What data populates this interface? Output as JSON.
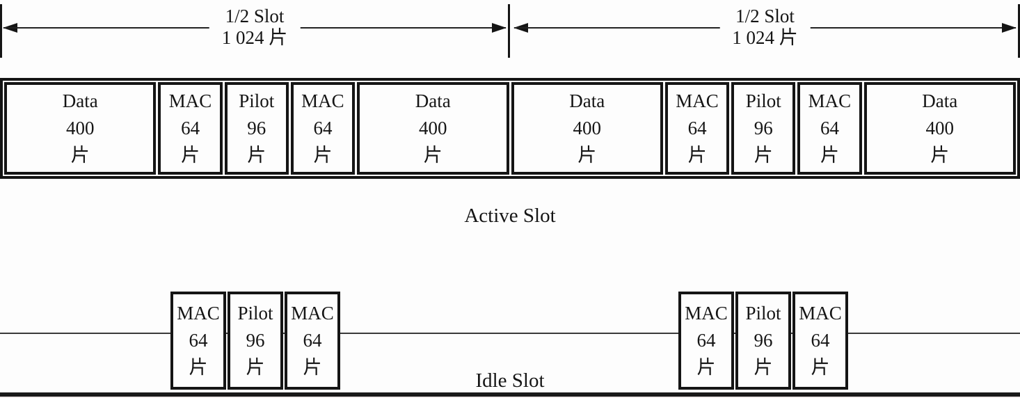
{
  "colors": {
    "ink": "#151515",
    "background": "#fdfdfd"
  },
  "dimension_arrows": [
    {
      "label_line1": "1/2 Slot",
      "label_line2": "1 024 片"
    },
    {
      "label_line1": "1/2 Slot",
      "label_line2": "1 024 片"
    }
  ],
  "active_slot": {
    "caption": "Active Slot",
    "cells": [
      {
        "name": "Data",
        "value": "400",
        "unit": "片"
      },
      {
        "name": "MAC",
        "value": "64",
        "unit": "片"
      },
      {
        "name": "Pilot",
        "value": "96",
        "unit": "片"
      },
      {
        "name": "MAC",
        "value": "64",
        "unit": "片"
      },
      {
        "name": "Data",
        "value": "400",
        "unit": "片"
      },
      {
        "name": "Data",
        "value": "400",
        "unit": "片"
      },
      {
        "name": "MAC",
        "value": "64",
        "unit": "片"
      },
      {
        "name": "Pilot",
        "value": "96",
        "unit": "片"
      },
      {
        "name": "MAC",
        "value": "64",
        "unit": "片"
      },
      {
        "name": "Data",
        "value": "400",
        "unit": "片"
      }
    ]
  },
  "idle_slot": {
    "caption": "Idle Slot",
    "groups": [
      {
        "cells": [
          {
            "name": "MAC",
            "value": "64",
            "unit": "片"
          },
          {
            "name": "Pilot",
            "value": "96",
            "unit": "片"
          },
          {
            "name": "MAC",
            "value": "64",
            "unit": "片"
          }
        ]
      },
      {
        "cells": [
          {
            "name": "MAC",
            "value": "64",
            "unit": "片"
          },
          {
            "name": "Pilot",
            "value": "96",
            "unit": "片"
          },
          {
            "name": "MAC",
            "value": "64",
            "unit": "片"
          }
        ]
      }
    ]
  }
}
